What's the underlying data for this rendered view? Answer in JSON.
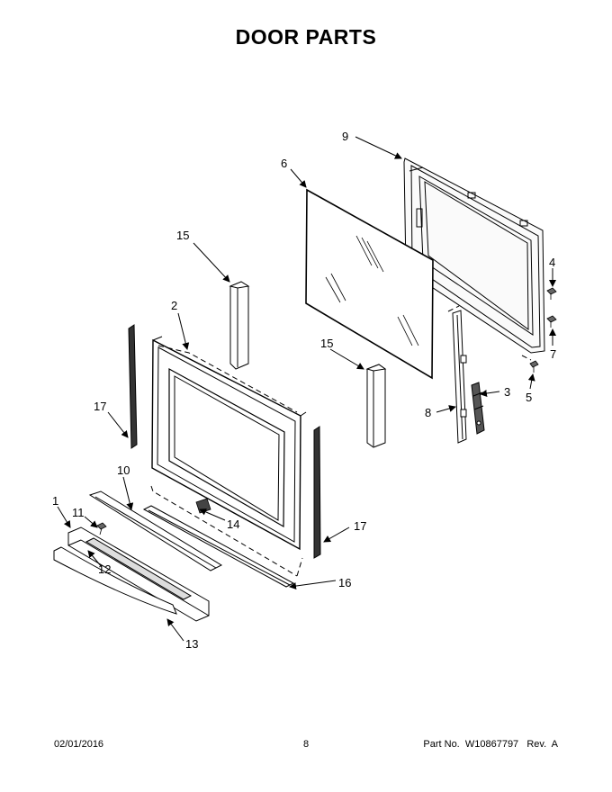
{
  "title": "DOOR PARTS",
  "callouts": {
    "c1": "1",
    "c2": "2",
    "c3": "3",
    "c4": "4",
    "c5": "5",
    "c6": "6",
    "c7": "7",
    "c8": "8",
    "c9": "9",
    "c10": "10",
    "c11": "11",
    "c12": "12",
    "c13": "13",
    "c14": "14",
    "c15a": "15",
    "c15b": "15",
    "c16": "16",
    "c17a": "17",
    "c17b": "17"
  },
  "footer": {
    "date": "02/01/2016",
    "page": "8",
    "part_no": "Part No.  W10867797   Rev.  A"
  }
}
